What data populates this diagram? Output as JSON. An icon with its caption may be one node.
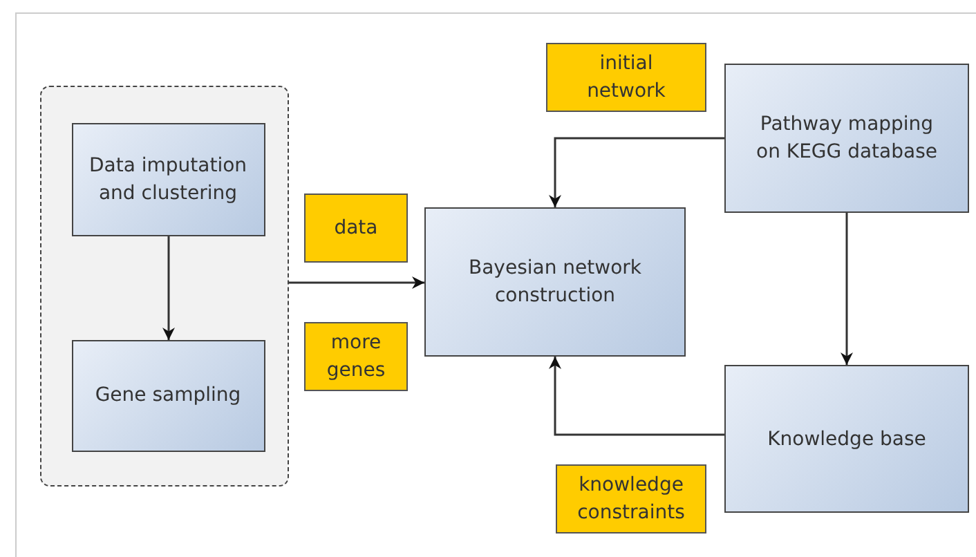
{
  "diagram": {
    "nodes": [
      {
        "text": [],
        "shape": "box"
      },
      {
        "text": [
          "Data imputation and clustering"
        ],
        "in": 0
      },
      {
        "text": [
          "Gene sampling"
        ],
        "in": 0
      },
      {
        "text": [
          "initial network"
        ]
      },
      {
        "text": [
          "Pathway mapping on KEGG database"
        ]
      },
      {
        "text": [
          "data"
        ]
      },
      {
        "text": [
          "Bayesian network construction"
        ]
      },
      {
        "text": [
          "more genes"
        ]
      },
      {
        "text": [
          "Knowledge base"
        ]
      },
      {
        "text": [
          "knowledge constraints"
        ]
      }
    ],
    "edges": [
      {
        "from": 1,
        "to": 2,
        "arrow": "to"
      },
      {
        "from": 0,
        "to": 6,
        "arrow": "to"
      },
      {
        "from": 4,
        "to": 6,
        "arrow": "to"
      },
      {
        "from": 4,
        "to": 8,
        "arrow": "to"
      },
      {
        "from": 8,
        "to": 6,
        "arrow": "to"
      }
    ]
  }
}
